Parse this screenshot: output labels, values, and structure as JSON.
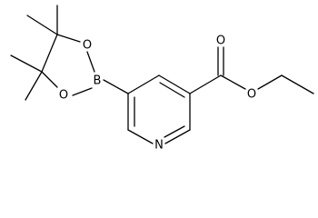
{
  "molecule": {
    "atoms": {
      "O1": "O",
      "O2": "O",
      "B": "B",
      "N": "N",
      "O_carbonyl": "O",
      "O_ester": "O"
    }
  },
  "colors": {
    "bond": "#000000",
    "label": "#000000",
    "background": "#ffffff"
  }
}
